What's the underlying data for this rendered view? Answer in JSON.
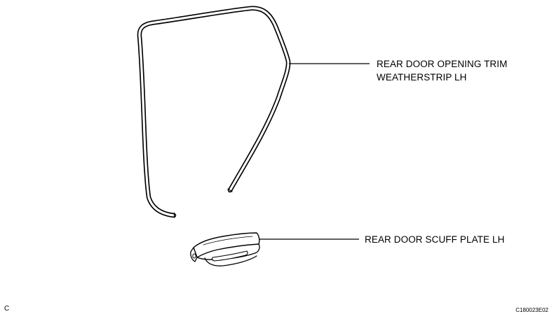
{
  "labels": {
    "weatherstrip_line1": "REAR DOOR OPENING TRIM",
    "weatherstrip_line2": "WEATHERSTRIP LH",
    "scuff_plate": "REAR DOOR SCUFF PLATE LH"
  },
  "corner": {
    "left_code": "C",
    "right_code": "C180023E02"
  }
}
